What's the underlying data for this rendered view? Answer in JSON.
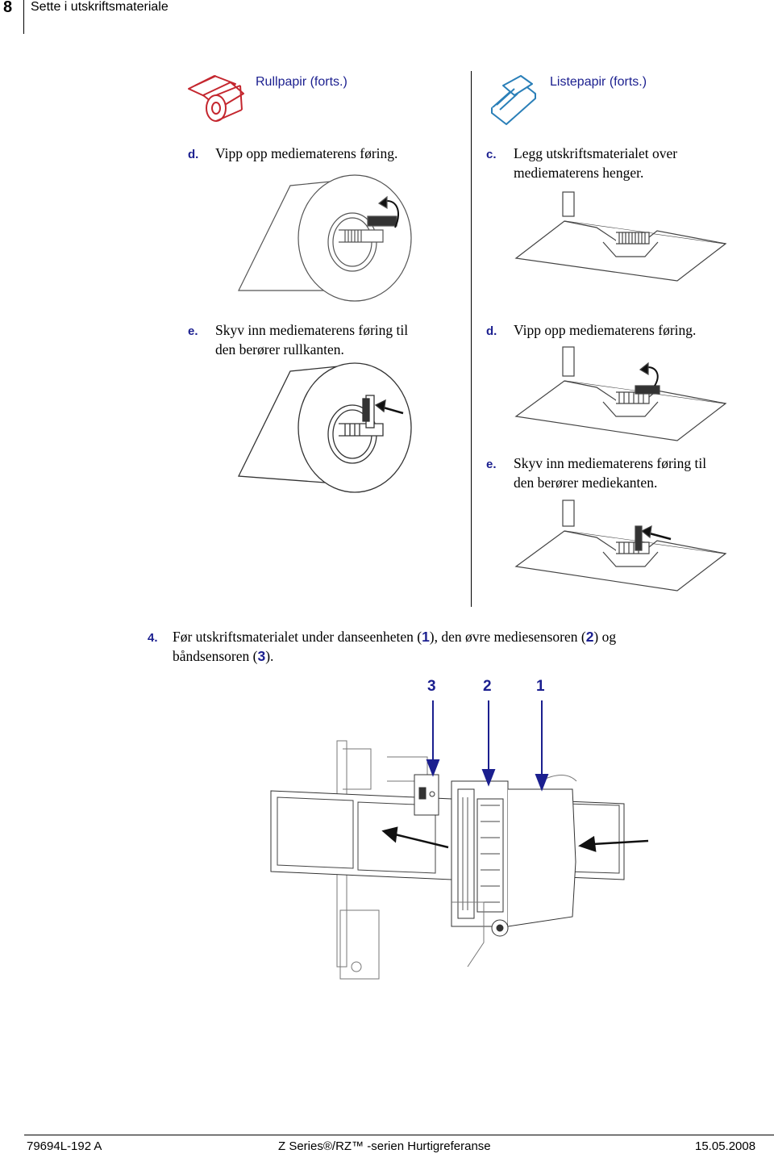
{
  "header": {
    "page_number": "8",
    "title": "Sette i utskriftsmateriale"
  },
  "left_column": {
    "heading": "Rullpapir (forts.)",
    "step_d": {
      "label": "d.",
      "text": "Vipp opp mediematerens føring."
    },
    "step_e": {
      "label": "e.",
      "line1": "Skyv inn mediematerens føring til",
      "line2": "den berører rullkanten."
    }
  },
  "right_column": {
    "heading": "Listepapir (forts.)",
    "step_c": {
      "label": "c.",
      "line1": "Legg utskriftsmaterialet over",
      "line2": "mediematerens henger."
    },
    "step_d": {
      "label": "d.",
      "text": "Vipp opp mediematerens føring."
    },
    "step_e": {
      "label": "e.",
      "line1": "Skyv inn mediematerens føring til",
      "line2": "den berører mediekanten."
    }
  },
  "step_4": {
    "label": "4.",
    "line1_a": "Før utskriftsmaterialet under danseenheten (",
    "n1": "1",
    "line1_b": "), den øvre mediesensoren (",
    "n2": "2",
    "line1_c": ") og",
    "line2_a": "båndsensoren (",
    "n3": "3",
    "line2_b": ")."
  },
  "callouts": [
    "3",
    "2",
    "1"
  ],
  "footer": {
    "left": "79694L-192 A",
    "center": "Z Series®/RZ™ -serien Hurtigreferanse",
    "right": "15.05.2008"
  },
  "colors": {
    "accent_blue": "#1b1f8f",
    "icon_red": "#c4262e",
    "icon_blue": "#2a7fb8"
  }
}
